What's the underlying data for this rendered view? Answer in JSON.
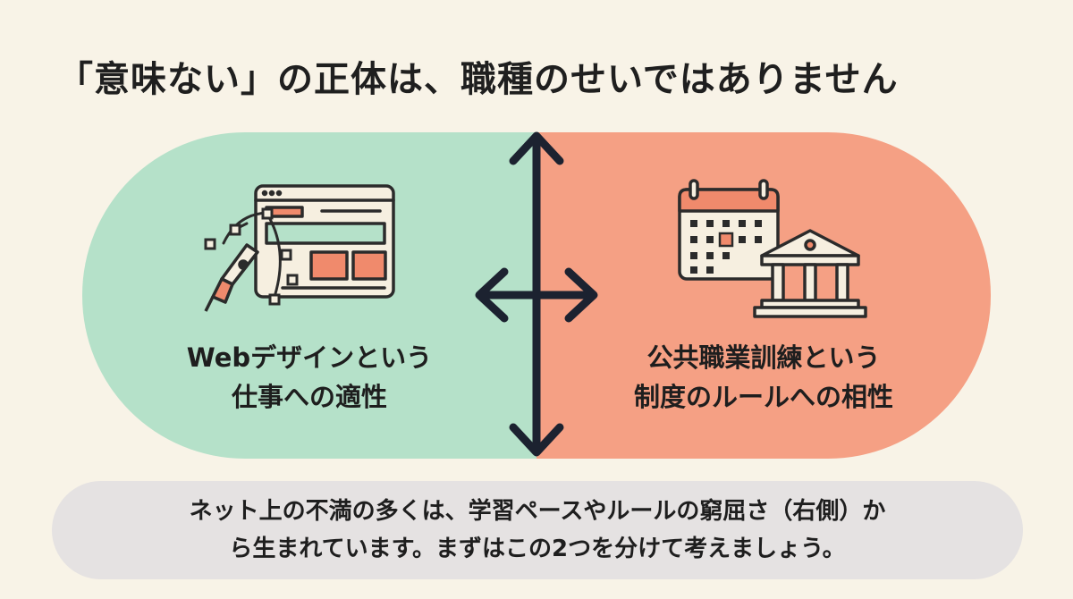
{
  "title": "「意味ない」の正体は、職種のせいではありません",
  "left": {
    "label_line1": "Webデザインという",
    "label_line2": "仕事への適性",
    "icon": "web-design-icon",
    "color": "#b5e1c9"
  },
  "right": {
    "label_line1": "公共職業訓練という",
    "label_line2": "制度のルールへの相性",
    "icon": "calendar-institution-icon",
    "color": "#f5a084"
  },
  "divider_icon": "four-way-arrow-icon",
  "note": {
    "line1": "ネット上の不満の多くは、学習ペースやルールの窮屈さ（右側）か",
    "line2": "ら生まれています。まずはこの2つを分けて考えましょう。"
  }
}
